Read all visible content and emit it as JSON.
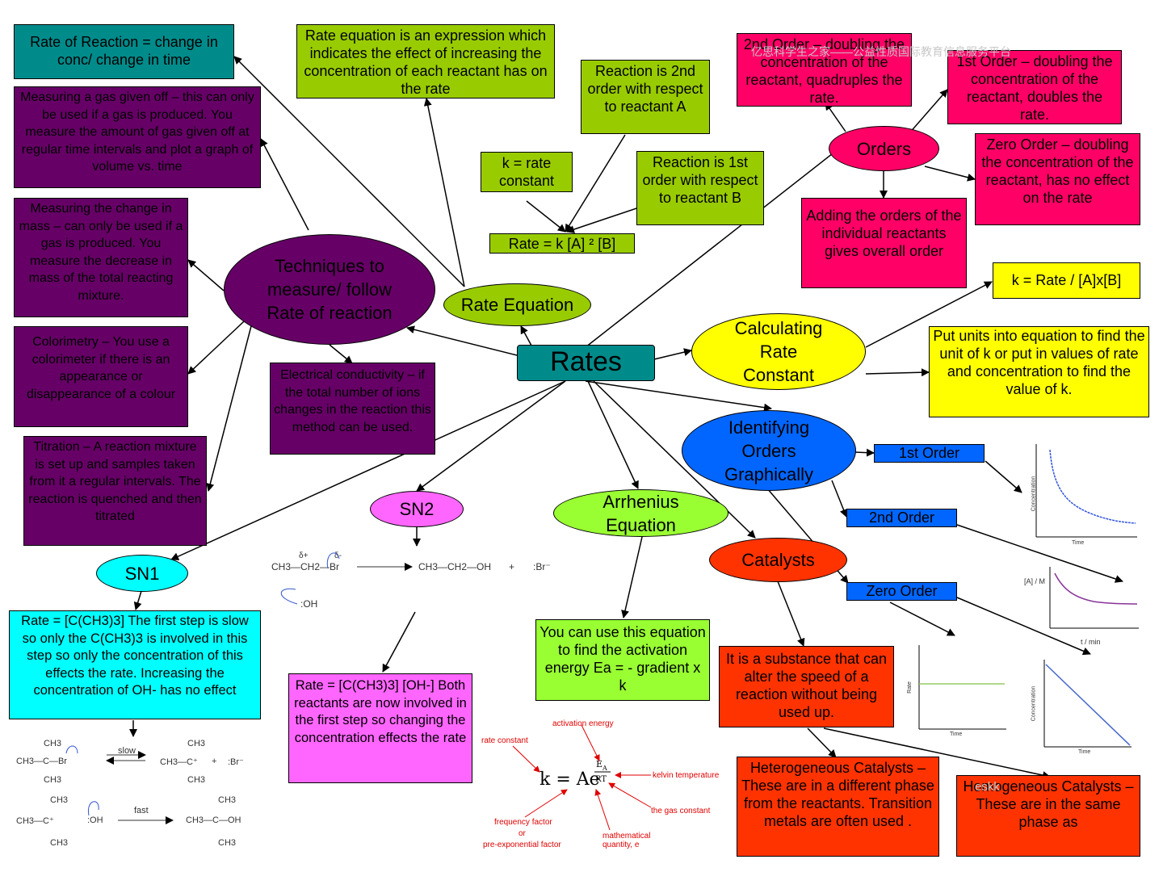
{
  "center": "Rates",
  "rate_of_reaction": "Rate of Reaction = change in conc/ change in time",
  "rate_eq_expression": "Rate equation is an expression which indicates the effect of increasing the concentration of each reactant has on the rate",
  "second_order_A": "Reaction is 2nd order with respect to reactant A",
  "k_rate_constant": "k = rate constant",
  "first_order_B": "Reaction is 1st order with respect to reactant B",
  "rate_eq_formula": "Rate = k [A] ² [B]",
  "gas_given_off": "Measuring a gas given off – this can only be used if a gas is produced. You measure the amount of gas given off at regular time intervals and plot a graph of volume vs. time",
  "mass_change": "Measuring the change in mass – can only be used if a gas is produced. You measure the decrease in mass of the total reacting mixture.",
  "colorimetry": "Colorimetry – You use a colorimeter if there is an appearance or disappearance of a colour",
  "titration": "Titration – A reaction mixture is set up and samples taken from it a regular intervals. The reaction is quenched and then titrated",
  "techniques": "Techniques to measure/ follow Rate of reaction",
  "conductivity": "Electrical conductivity – if the total number of ions changes in the reaction this method can be used.",
  "rate_equation": "Rate Equation",
  "second_order_double": "2nd Order – doubling the concentration of the reactant, quadruples the rate.",
  "first_order_double": "1st Order – doubling the concentration of the reactant, doubles the rate.",
  "orders": "Orders",
  "zero_order_double": "Zero Order – doubling the concentration of the reactant, has no effect on the rate",
  "adding_orders": "Adding the orders of the individual reactants gives overall order",
  "k_formula": "k = Rate / [A]x[B]",
  "calc_rate_constant": "Calculating Rate Constant",
  "put_units": "Put units into equation to find the unit of k or put in values of rate and concentration to find the value of k.",
  "identifying_orders": "Identifying Orders Graphically",
  "first_order": "1st Order",
  "second_order": "2nd Order",
  "zero_order": "Zero Order",
  "sn2": "SN2",
  "arrhenius": "Arrhenius Equation",
  "catalysts": "Catalysts",
  "sn1": "SN1",
  "sn1_rate": "Rate = [C(CH3)3] The first step is slow so only the C(CH3)3 is involved in this step so only the concentration of this effects the rate. Increasing the concentration of OH- has no effect",
  "sn2_rate": "Rate = [C(CH3)3] [OH-] Both reactants are now involved in the first step so changing the concentration effects the rate",
  "activation_energy_text": "You can use this equation to find the activation energy Ea = - gradient x k",
  "catalyst_def": "It is a substance that can alter the speed of a reaction without being used up.",
  "heterogeneous": "Heterogeneous Catalysts – These are in a different phase from the reactants. Transition metals are often used .",
  "homogeneous": "Homogeneous Catalysts – These are in the same phase as",
  "watermark_top": "亿思科学生之家——公益性质国际教育信息服务平台",
  "watermark_bottom": "eskk",
  "arrhenius_labels": {
    "activation_energy": "activation energy",
    "rate_constant": "rate constant",
    "kelvin": "kelvin temperature",
    "gas_constant": "the gas constant",
    "frequency": "frequency factor",
    "or": "or",
    "pre_exp": "pre-exponential factor",
    "math": "mathematical",
    "quantity": "quantity, e"
  },
  "graph_labels": {
    "concentration": "Concentration",
    "time": "Time",
    "a_m": "[A] / M",
    "t_min": "t / min",
    "rate": "Rate"
  },
  "chem": {
    "sn2_reactant": "CH3—CH2—Br",
    "sn2_product": "CH3—CH2—OH",
    "plus": "+",
    "br": ":Br⁻",
    "oh": ":OH",
    "delta_plus": "δ+",
    "delta_minus": "δ-",
    "slow": "slow",
    "fast": "fast",
    "ch3": "CH3",
    "sn1_carbocation": "CH3—C⁺",
    "sn1_reactant": "CH3—C—Br",
    "sn1_product": "CH3—C—OH"
  },
  "colors": {
    "teal": "#008b8b",
    "purple": "#660066",
    "green": "#99cc00",
    "pink": "#ff0066",
    "yellow": "#ffff00",
    "blue": "#0066ff",
    "orange": "#ff3300",
    "cyan": "#00ffff",
    "magenta": "#ff66ff",
    "lime": "#99ff33"
  }
}
